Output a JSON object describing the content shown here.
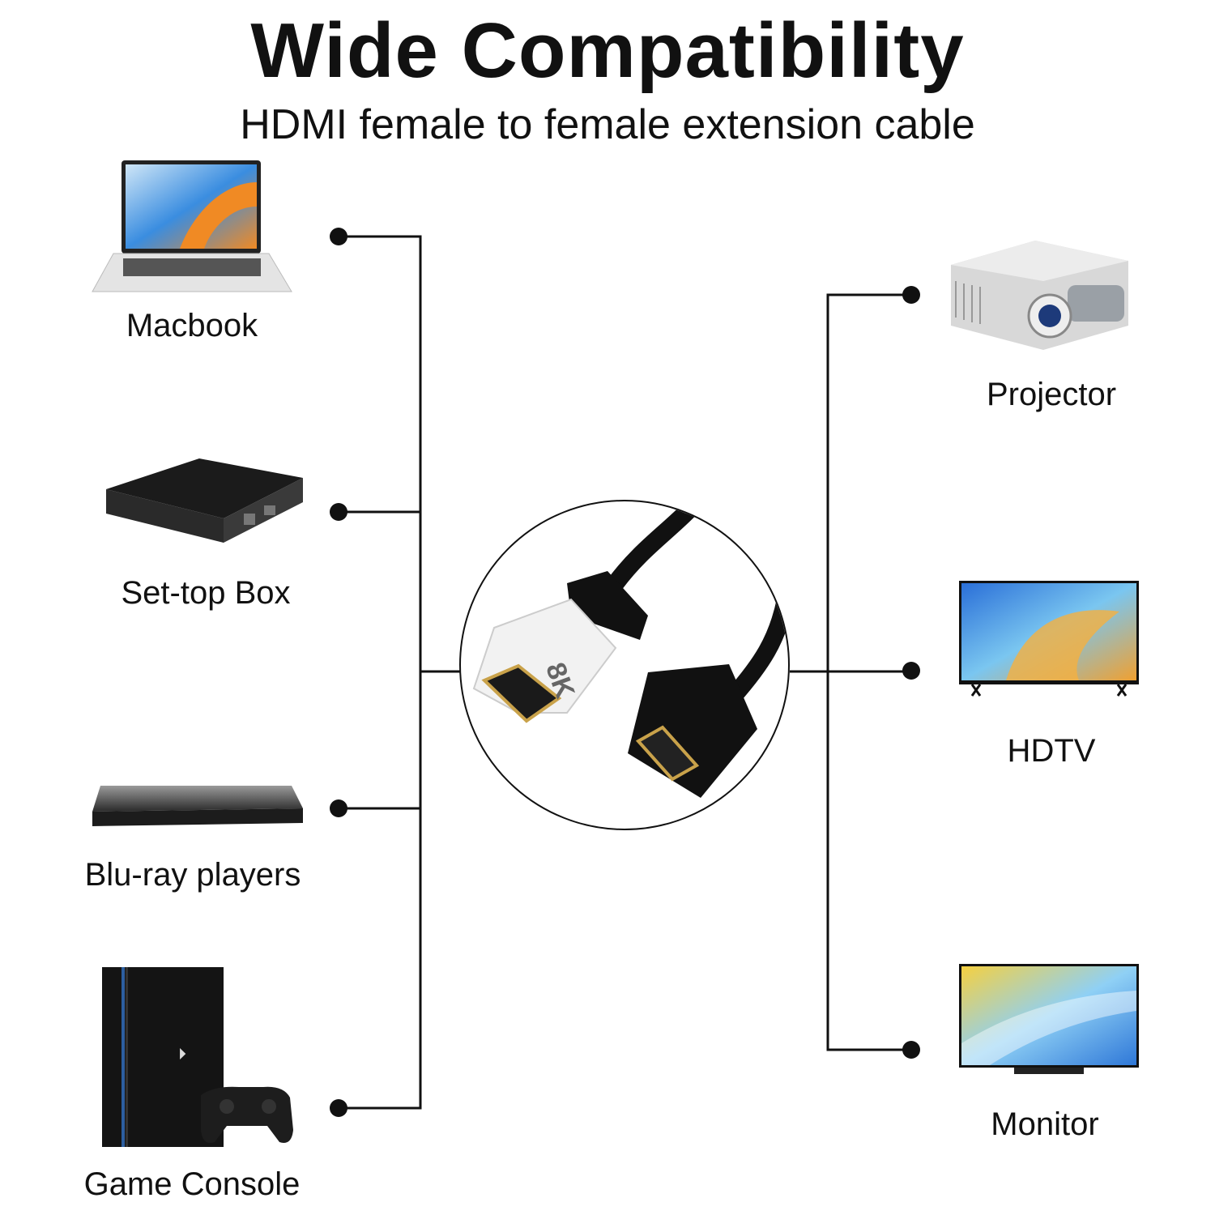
{
  "header": {
    "title": "Wide Compatibility",
    "subtitle": "HDMI female to female extension cable"
  },
  "sources": [
    {
      "label": "Macbook",
      "icon": "laptop-icon"
    },
    {
      "label": "Set-top Box",
      "icon": "set-top-box-icon"
    },
    {
      "label": "Blu-ray players",
      "icon": "blu-ray-player-icon"
    },
    {
      "label": "Game Console",
      "icon": "game-console-icon"
    }
  ],
  "displays": [
    {
      "label": "Projector",
      "icon": "projector-icon"
    },
    {
      "label": "HDTV",
      "icon": "hdtv-icon"
    },
    {
      "label": "Monitor",
      "icon": "monitor-icon"
    }
  ],
  "product": {
    "badge": "8K"
  },
  "colors": {
    "line": "#111111",
    "screen_blue": "#3a8de0",
    "screen_orange": "#f08a24"
  }
}
